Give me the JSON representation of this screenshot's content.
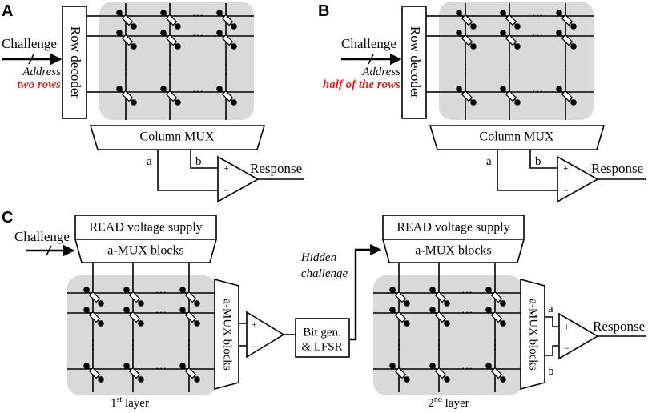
{
  "panels": {
    "a": {
      "label": "A",
      "challenge": "Challenge",
      "address": "Address",
      "address_sub": "two rows",
      "row_decoder": "Row decoder",
      "column_mux": "Column MUX",
      "input_a": "a",
      "input_b": "b",
      "plus": "+",
      "minus": "−",
      "response": "Response"
    },
    "b": {
      "label": "B",
      "challenge": "Challenge",
      "address": "Address",
      "address_sub": "half of the rows",
      "row_decoder": "Row decoder",
      "column_mux": "Column MUX",
      "input_a": "a",
      "input_b": "b",
      "plus": "+",
      "minus": "−",
      "response": "Response"
    },
    "c": {
      "label": "C",
      "challenge": "Challenge",
      "read_supply_1": "READ voltage supply",
      "amux_top_1": "a-MUX blocks",
      "amux_side_1": "a-MUX blocks",
      "layer1": "1",
      "layer1_sup": "st",
      "layer_word": " layer",
      "bitgen_line1": "Bit gen.",
      "bitgen_line2": "& LFSR",
      "hidden_line1": "Hidden",
      "hidden_line2": "challenge",
      "read_supply_2": "READ voltage supply",
      "amux_top_2": "a-MUX blocks",
      "amux_side_2": "a-MUX blocks",
      "layer2": "2",
      "layer2_sup": "nd",
      "input_a": "a",
      "input_b": "b",
      "plus": "+",
      "minus": "−",
      "response": "Response"
    }
  },
  "colors": {
    "highlight_text": "#e8201f",
    "array_background": "#d9d9d9",
    "stroke": "#000000"
  },
  "glyphs": {
    "ellipsis_h": "···",
    "ellipsis_v": "⋮"
  }
}
